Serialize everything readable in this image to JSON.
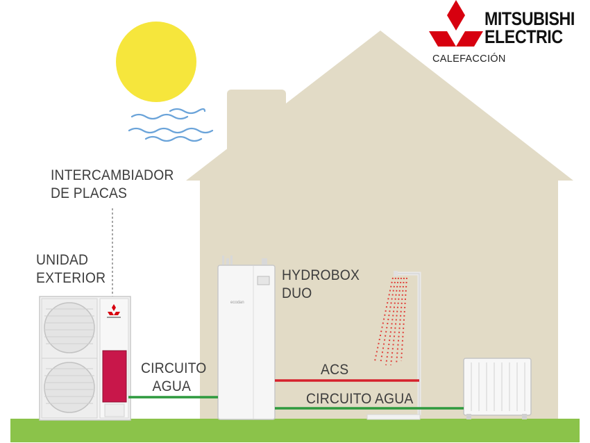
{
  "brand": {
    "name_line1": "MITSUBISHI",
    "name_line2": "ELECTRIC",
    "subtitle": "CALEFACCIÓN",
    "color": "#d7000f"
  },
  "labels": {
    "intercambiador_line1": "INTERCAMBIADOR",
    "intercambiador_line2": "DE PLACAS",
    "unidad_line1": "UNIDAD",
    "unidad_line2": "EXTERIOR",
    "hydrobox_line1": "HYDROBOX",
    "hydrobox_line2": "DUO",
    "circuito_left_line1": "CIRCUITO",
    "circuito_left_line2": "AGUA",
    "acs": "ACS",
    "circuito_right": "CIRCUITO AGUA"
  },
  "device_text": {
    "ecodan": "ecodan"
  },
  "colors": {
    "house": "#e2dbc6",
    "ground": "#8bc34a",
    "sun": "#f6e63c",
    "waves": "#6aa3d9",
    "pipe_green": "#2e9a3e",
    "pipe_red": "#d6212c",
    "heat_exchanger": "#c8174a",
    "shower_drops": "#e0403a"
  }
}
